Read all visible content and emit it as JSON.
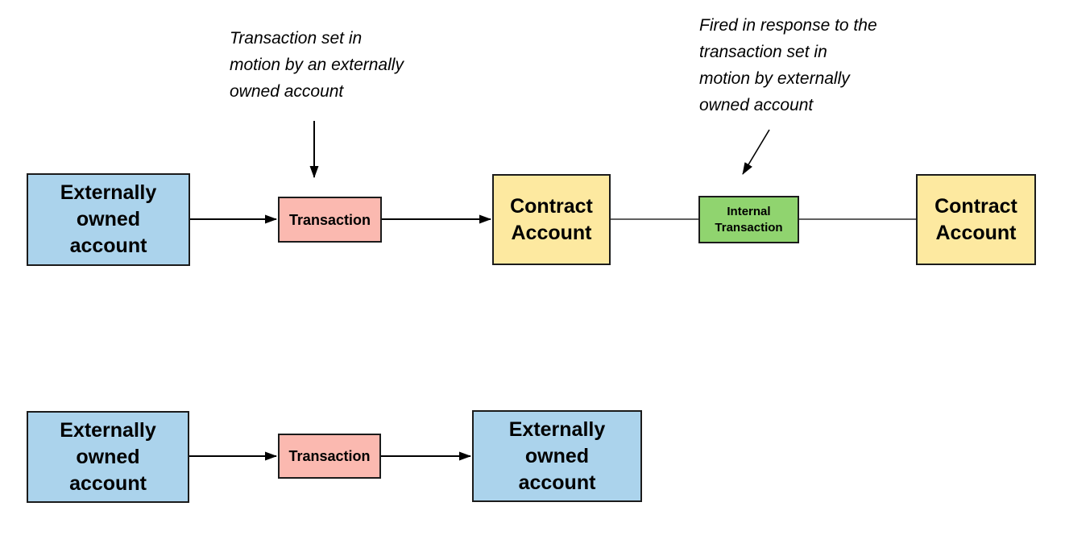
{
  "diagram": {
    "background": "#ffffff",
    "colors": {
      "externally_owned_fill": "#ABD3EC",
      "transaction_fill": "#FBB9B0",
      "contract_fill": "#FDE9A0",
      "internal_fill": "#90D46F",
      "node_border": "#1b1b1b",
      "connector": "#000000",
      "text": "#000000"
    },
    "annotations": [
      {
        "text": "Transaction set in\nmotion by an externally\nowned account"
      },
      {
        "text": "Fired in response to the\ntransaction set in\nmotion by externally\nowned account"
      }
    ],
    "rows": [
      {
        "nodes": [
          {
            "label": "Externally\nowned\naccount"
          },
          {
            "label": "Transaction"
          },
          {
            "label": "Contract\nAccount"
          },
          {
            "label": "Internal\nTransaction"
          },
          {
            "label": "Contract\nAccount"
          }
        ]
      },
      {
        "nodes": [
          {
            "label": "Externally\nowned\naccount"
          },
          {
            "label": "Transaction"
          },
          {
            "label": "Externally\nowned\naccount"
          }
        ]
      }
    ]
  }
}
